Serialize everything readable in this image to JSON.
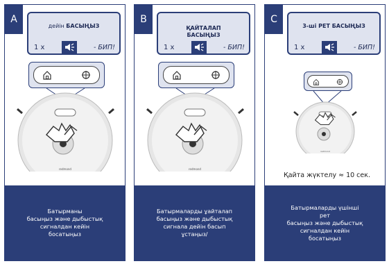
{
  "panels": [
    {
      "letter": "A",
      "title_prefix": "дейін ",
      "title_bold": "БАСЫҢЫЗ",
      "count": "1 x",
      "beep": "- БИП!",
      "footer": "Батырманы\nбасыңыз және дыбыстық\nсигналдан кейін\nбосатыңыз",
      "brand": "redmond"
    },
    {
      "letter": "B",
      "title_prefix": "",
      "title_bold": "ҚАЙТАЛАП\nБАСЫҢЫЗ",
      "count": "1 x",
      "beep": "- БИП!",
      "footer": "Батырмаларды ұайталап\nбасыңыз және дыбыстық\nсигнала дейін басып\nұстаңыз/",
      "brand": "redmond"
    },
    {
      "letter": "C",
      "title_prefix": "",
      "title_bold": "3-ші РЕТ БАСЫҢЫЗ",
      "count": "1 x",
      "beep": "- БИП!",
      "footer": "Батырмаларды үшінші\nрет\nбасыңыз және дыбыстық\nсигналдан кейін\nбосатыңыз",
      "restart": "Қайта жүктелу ≈ 10 сек.",
      "brand": "redmond"
    }
  ],
  "icons": [
    "home-icon",
    "target-icon",
    "speaker-icon",
    "hand-icon"
  ],
  "colors": {
    "navy": "#2b3e78",
    "callout_bg": "#dfe3ef"
  }
}
